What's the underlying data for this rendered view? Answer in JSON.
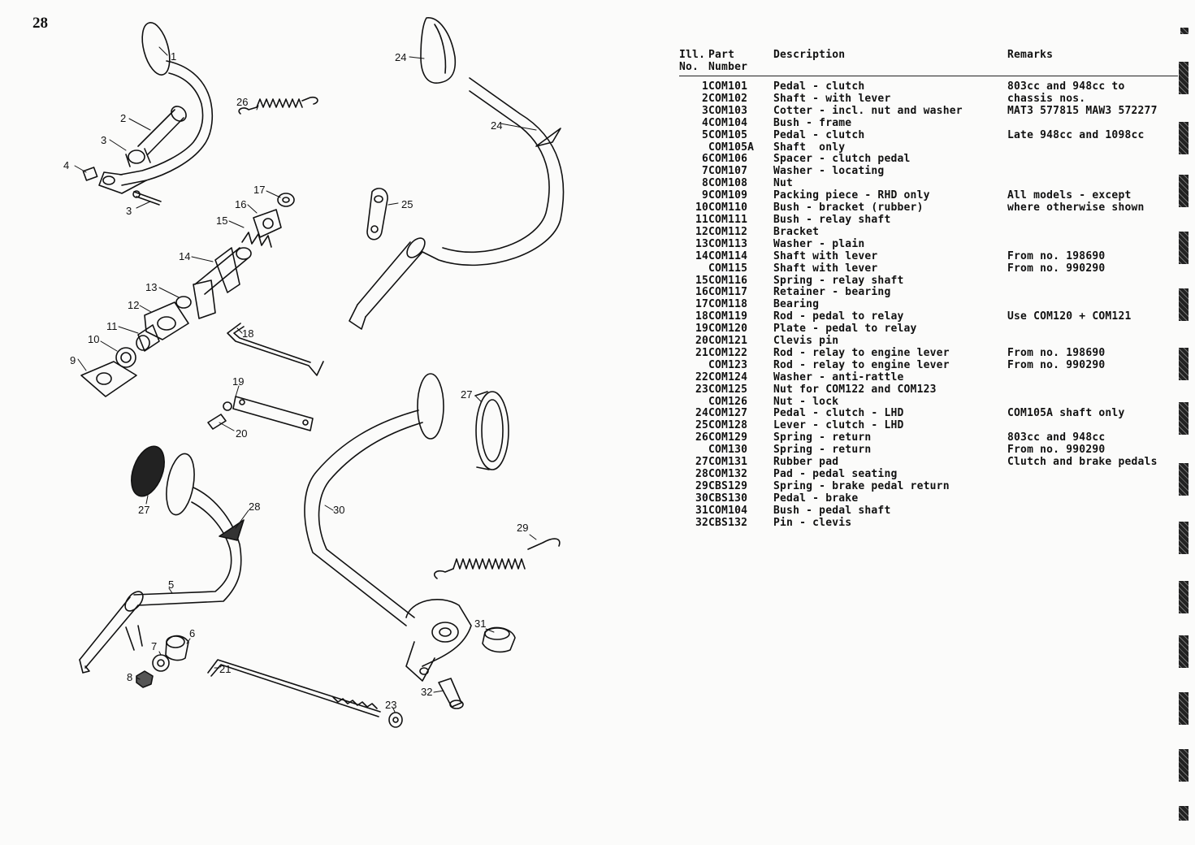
{
  "page_number": "28",
  "callouts": [
    "1",
    "2",
    "3",
    "4",
    "3",
    "24",
    "26",
    "24",
    "25",
    "17",
    "16",
    "15",
    "14",
    "13",
    "12",
    "11",
    "10",
    "9",
    "18",
    "19",
    "20",
    "27",
    "27",
    "28",
    "30",
    "29",
    "5",
    "7",
    "6",
    "8",
    "21",
    "23",
    "31",
    "32"
  ],
  "table": {
    "headers": {
      "ill_no": [
        "Ill.",
        "No."
      ],
      "part_number": [
        "Part",
        "Number"
      ],
      "description": [
        "Description",
        ""
      ],
      "remarks": [
        "Remarks",
        ""
      ]
    },
    "rows": [
      {
        "no": "1",
        "part": "COM101",
        "desc": "Pedal - clutch",
        "rem": "803cc and 948cc to"
      },
      {
        "no": "2",
        "part": "COM102",
        "desc": "Shaft - with lever",
        "rem": "chassis nos."
      },
      {
        "no": "3",
        "part": "COM103",
        "desc": "Cotter - incl. nut and washer",
        "rem": "MAT3 577815 MAW3 572277"
      },
      {
        "no": "4",
        "part": "COM104",
        "desc": "Bush - frame",
        "rem": ""
      },
      {
        "no": "5",
        "part": "COM105",
        "desc": "Pedal - clutch",
        "rem": "Late 948cc and 1098cc"
      },
      {
        "no": "",
        "part": "COM105A",
        "desc": "Shaft  only",
        "rem": ""
      },
      {
        "no": "6",
        "part": "COM106",
        "desc": "Spacer - clutch pedal",
        "rem": ""
      },
      {
        "no": "7",
        "part": "COM107",
        "desc": "Washer - locating",
        "rem": ""
      },
      {
        "no": "8",
        "part": "COM108",
        "desc": "Nut",
        "rem": ""
      },
      {
        "no": "9",
        "part": "COM109",
        "desc": "Packing piece - RHD only",
        "rem": "All models - except"
      },
      {
        "no": "10",
        "part": "COM110",
        "desc": "Bush - bracket (rubber)",
        "rem": "where otherwise shown"
      },
      {
        "no": "11",
        "part": "COM111",
        "desc": "Bush - relay shaft",
        "rem": ""
      },
      {
        "no": "12",
        "part": "COM112",
        "desc": "Bracket",
        "rem": ""
      },
      {
        "no": "13",
        "part": "COM113",
        "desc": "Washer - plain",
        "rem": ""
      },
      {
        "no": "14",
        "part": "COM114",
        "desc": "Shaft with lever",
        "rem": "From no. 198690"
      },
      {
        "no": "",
        "part": "COM115",
        "desc": "Shaft with lever",
        "rem": "From no. 990290"
      },
      {
        "no": "15",
        "part": "COM116",
        "desc": "Spring - relay shaft",
        "rem": ""
      },
      {
        "no": "16",
        "part": "COM117",
        "desc": "Retainer - bearing",
        "rem": ""
      },
      {
        "no": "17",
        "part": "COM118",
        "desc": "Bearing",
        "rem": ""
      },
      {
        "no": "18",
        "part": "COM119",
        "desc": "Rod - pedal to relay",
        "rem": "Use COM120 + COM121"
      },
      {
        "no": "19",
        "part": "COM120",
        "desc": "Plate - pedal to relay",
        "rem": ""
      },
      {
        "no": "20",
        "part": "COM121",
        "desc": "Clevis pin",
        "rem": ""
      },
      {
        "no": "21",
        "part": "COM122",
        "desc": "Rod - relay to engine lever",
        "rem": "From no. 198690"
      },
      {
        "no": "",
        "part": "COM123",
        "desc": "Rod - relay to engine lever",
        "rem": "From no. 990290"
      },
      {
        "no": "22",
        "part": "COM124",
        "desc": "Washer - anti-rattle",
        "rem": ""
      },
      {
        "no": "23",
        "part": "COM125",
        "desc": "Nut for COM122 and COM123",
        "rem": ""
      },
      {
        "no": "",
        "part": "COM126",
        "desc": "Nut - lock",
        "rem": ""
      },
      {
        "no": "24",
        "part": "COM127",
        "desc": "Pedal - clutch - LHD",
        "rem": "COM105A shaft only"
      },
      {
        "no": "25",
        "part": "COM128",
        "desc": "Lever - clutch - LHD",
        "rem": ""
      },
      {
        "no": "26",
        "part": "COM129",
        "desc": "Spring - return",
        "rem": "803cc and 948cc"
      },
      {
        "no": "",
        "part": "COM130",
        "desc": "Spring - return",
        "rem": "From no. 990290"
      },
      {
        "no": "27",
        "part": "COM131",
        "desc": "Rubber pad",
        "rem": "Clutch and brake pedals"
      },
      {
        "no": "28",
        "part": "COM132",
        "desc": "Pad - pedal seating",
        "rem": ""
      },
      {
        "no": "29",
        "part": "CBS129",
        "desc": "Spring - brake pedal return",
        "rem": ""
      },
      {
        "no": "30",
        "part": "CBS130",
        "desc": "Pedal - brake",
        "rem": ""
      },
      {
        "no": "31",
        "part": "COM104",
        "desc": "Bush - pedal shaft",
        "rem": ""
      },
      {
        "no": "32",
        "part": "CBS132",
        "desc": "Pin - clevis",
        "rem": ""
      }
    ]
  }
}
